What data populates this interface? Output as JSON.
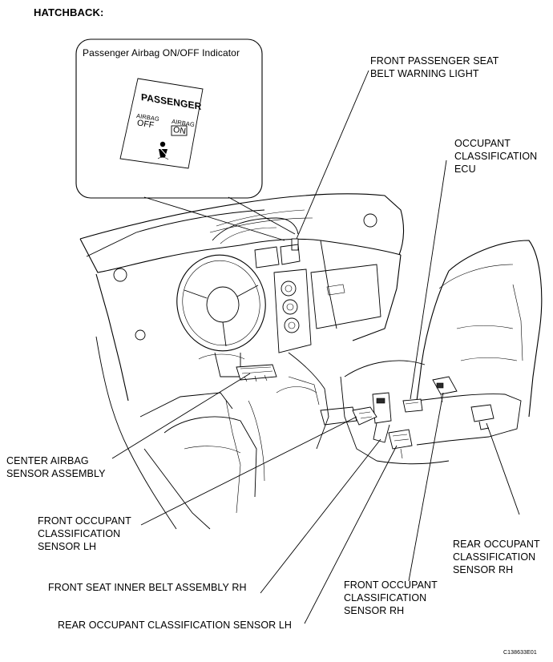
{
  "heading": "HATCHBACK:",
  "callout": {
    "title": "Passenger Airbag ON/OFF Indicator",
    "panel_title": "PASSENGER",
    "off_top": "AIRBAG",
    "off_bottom": "OFF",
    "on_top": "AIRBAG",
    "on_bottom": "ON",
    "seatbelt_icon": "seatbelt-person-icon"
  },
  "labels": {
    "front_passenger_seat_belt_warning_light": [
      "FRONT PASSENGER SEAT",
      "BELT WARNING LIGHT"
    ],
    "occupant_classification_ecu": [
      "OCCUPANT",
      "CLASSIFICATION",
      "ECU"
    ],
    "center_airbag_sensor_assembly": [
      "CENTER AIRBAG",
      "SENSOR ASSEMBLY"
    ],
    "front_occupant_classification_sensor_lh": [
      "FRONT OCCUPANT",
      "CLASSIFICATION",
      "SENSOR LH"
    ],
    "rear_occupant_classification_sensor_rh": [
      "REAR OCCUPANT",
      "CLASSIFICATION",
      "SENSOR RH"
    ],
    "front_seat_inner_belt_assembly_rh": [
      "FRONT SEAT INNER BELT ASSEMBLY RH"
    ],
    "front_occupant_classification_sensor_rh": [
      "FRONT OCCUPANT",
      "CLASSIFICATION",
      "SENSOR RH"
    ],
    "rear_occupant_classification_sensor_lh": [
      "REAR OCCUPANT CLASSIFICATION SENSOR LH"
    ]
  },
  "figure_code": "C138633E01"
}
